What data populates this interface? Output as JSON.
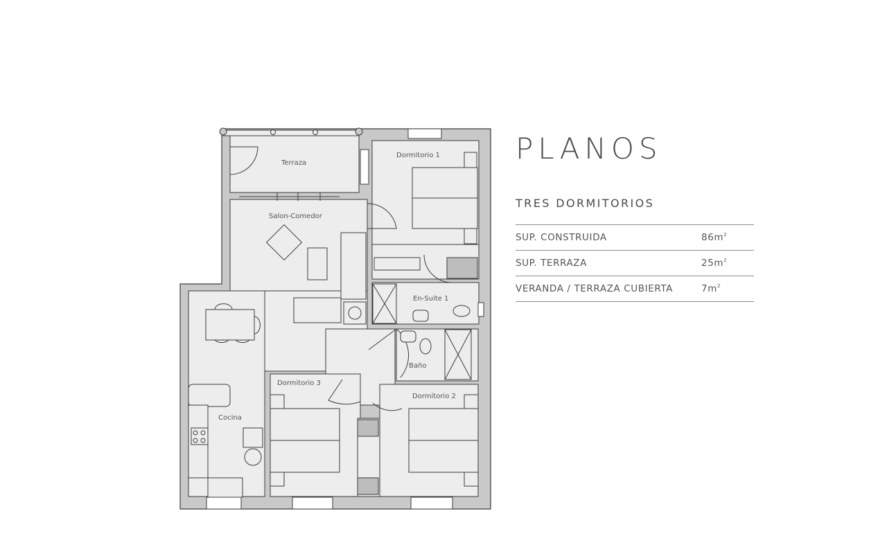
{
  "page": {
    "title": "PLANOS",
    "subtitle": "TRES DORMITORIOS"
  },
  "areas": [
    {
      "label": "SUP.  CONSTRUIDA",
      "value": "86m",
      "unit_exp": "2"
    },
    {
      "label": "SUP. TERRAZA",
      "value": "25m",
      "unit_exp": "2"
    },
    {
      "label": "VERANDA / TERRAZA CUBIERTA",
      "value": "7m",
      "unit_exp": "2"
    }
  ],
  "rooms": {
    "terraza": "Terraza",
    "salon": "Salon-Comedor",
    "dorm1": "Dormitorio 1",
    "ensuite": "En-Suite 1",
    "bano": "Baño",
    "dorm2": "Dormitorio 2",
    "dorm3": "Dormitorio 3",
    "cocina": "Cocina"
  },
  "colors": {
    "wall": "#c9c9c9",
    "floor": "#ededed",
    "line": "#3c3c3c",
    "rule": "#8a8a8a"
  }
}
